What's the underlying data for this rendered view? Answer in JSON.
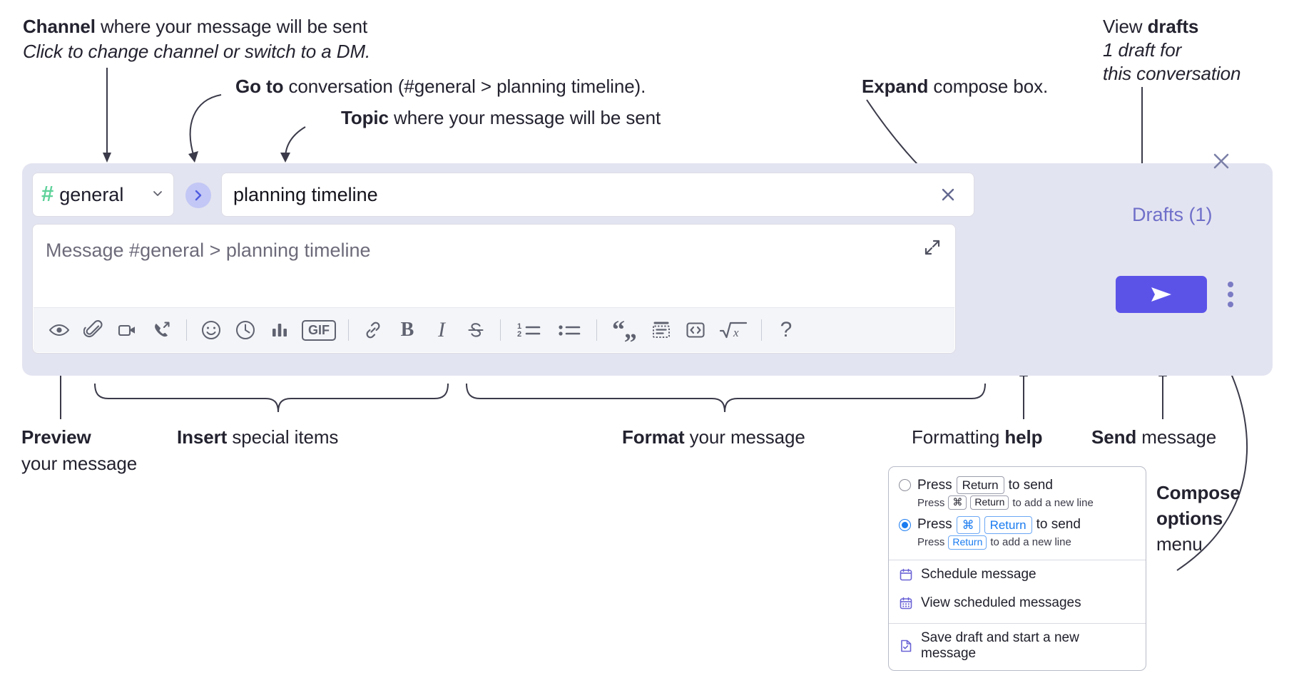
{
  "annotations": {
    "channel": {
      "line1_bold": "Channel",
      "line1_rest": " where your message will be sent",
      "line2": "Click to change channel or switch to a DM."
    },
    "goto": {
      "bold": "Go to",
      "rest": " conversation (#general > planning timeline)."
    },
    "topic": {
      "bold": "Topic",
      "rest": " where your message will be sent"
    },
    "expand": {
      "bold": "Expand",
      "rest": " compose box."
    },
    "drafts": {
      "line1_rest": "View ",
      "line1_bold": "drafts",
      "line2": "1 draft for",
      "line3": "this conversation"
    },
    "preview": {
      "bold": "Preview",
      "line2": "your message"
    },
    "insert": {
      "bold": "Insert",
      "rest": " special items"
    },
    "format": {
      "bold": "Format",
      "rest": " your message"
    },
    "formatting_help": {
      "rest": "Formatting ",
      "bold": "help"
    },
    "send": {
      "bold": "Send",
      "rest": " message"
    },
    "compose_options": {
      "line1": "Compose",
      "line2": "options",
      "line3": "menu"
    }
  },
  "compose": {
    "channel": {
      "hash": "#",
      "name": "general",
      "chevron_icon": "chevron-down-icon"
    },
    "goto_icon": "chevron-right-icon",
    "topic": {
      "value": "planning timeline",
      "clear_icon": "close-icon"
    },
    "message": {
      "placeholder": "Message #general > planning timeline",
      "value": "",
      "expand_icon": "expand-icon"
    },
    "toolbar": [
      {
        "name": "preview-icon",
        "label": "Preview"
      },
      {
        "name": "attachment-icon",
        "label": "Attach file"
      },
      {
        "name": "video-camera-icon",
        "label": "Record video clip"
      },
      {
        "name": "phone-forward-icon",
        "label": "Record audio clip"
      },
      {
        "name": "separator",
        "label": ""
      },
      {
        "name": "emoji-icon",
        "label": "Emoji"
      },
      {
        "name": "clock-icon",
        "label": "Schedule"
      },
      {
        "name": "bar-chart-icon",
        "label": "Poll"
      },
      {
        "name": "gif-icon",
        "label": "GIF"
      },
      {
        "name": "separator",
        "label": ""
      },
      {
        "name": "link-icon",
        "label": "Link"
      },
      {
        "name": "bold-icon",
        "label": "Bold"
      },
      {
        "name": "italic-icon",
        "label": "Italic"
      },
      {
        "name": "strikethrough-icon",
        "label": "Strikethrough"
      },
      {
        "name": "separator",
        "label": ""
      },
      {
        "name": "ordered-list-icon",
        "label": "Ordered list"
      },
      {
        "name": "bulleted-list-icon",
        "label": "Bulleted list"
      },
      {
        "name": "separator",
        "label": ""
      },
      {
        "name": "blockquote-icon",
        "label": "Blockquote"
      },
      {
        "name": "code-block-icon",
        "label": "Code block"
      },
      {
        "name": "code-icon",
        "label": "Code"
      },
      {
        "name": "math-icon",
        "label": "Math"
      },
      {
        "name": "separator",
        "label": ""
      },
      {
        "name": "help-icon",
        "label": "Formatting help"
      }
    ],
    "gif_label": "GIF",
    "help_label": "?"
  },
  "panel": {
    "close_icon": "close-icon",
    "drafts_label": "Drafts (1)",
    "send_icon": "send-icon",
    "overflow_icon": "kebab-menu-icon"
  },
  "options_menu": {
    "radio_options": [
      {
        "selected": false,
        "prefix": "Press",
        "keys": [
          "Return"
        ],
        "suffix": "to send",
        "sub_prefix": "Press",
        "sub_keys": [
          "⌘",
          "Return"
        ],
        "sub_suffix": "to add a new line"
      },
      {
        "selected": true,
        "prefix": "Press",
        "keys": [
          "⌘",
          "Return"
        ],
        "suffix": "to send",
        "sub_prefix": "Press",
        "sub_keys": [
          "Return"
        ],
        "sub_suffix": "to add a new line"
      }
    ],
    "items": [
      {
        "icon": "calendar-icon",
        "label": "Schedule message"
      },
      {
        "icon": "calendar-grid-icon",
        "label": "View scheduled messages"
      },
      {
        "icon": "save-draft-icon",
        "label": "Save draft and start a new message"
      }
    ]
  },
  "colors": {
    "compose_bg": "#e3e4f1",
    "send_button": "#5b53e8",
    "hash_green": "#5fd29a",
    "drafts_purple": "#6f6fc9",
    "goto_circle": "#c2c7f5",
    "radio_blue": "#1b7cf0",
    "menu_icon_purple": "#6b63d6"
  }
}
